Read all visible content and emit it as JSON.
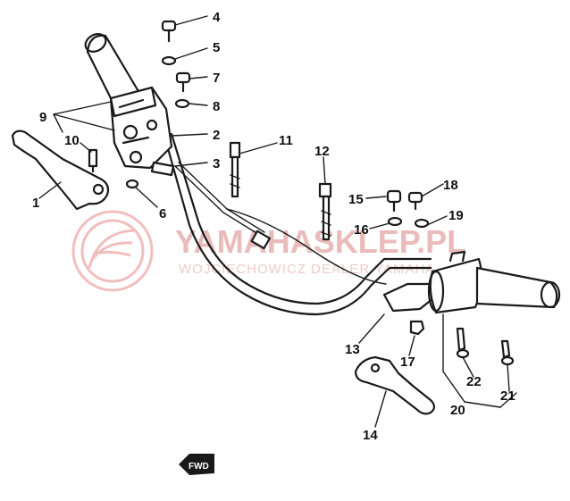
{
  "diagram": {
    "callouts": [
      {
        "id": "c1",
        "text": "1"
      },
      {
        "id": "c2",
        "text": "2"
      },
      {
        "id": "c3",
        "text": "3"
      },
      {
        "id": "c4",
        "text": "4"
      },
      {
        "id": "c5",
        "text": "5"
      },
      {
        "id": "c6",
        "text": "6"
      },
      {
        "id": "c7",
        "text": "7"
      },
      {
        "id": "c8",
        "text": "8"
      },
      {
        "id": "c9",
        "text": "9"
      },
      {
        "id": "c10",
        "text": "10"
      },
      {
        "id": "c11",
        "text": "11"
      },
      {
        "id": "c12",
        "text": "12"
      },
      {
        "id": "c13",
        "text": "13"
      },
      {
        "id": "c14",
        "text": "14"
      },
      {
        "id": "c15",
        "text": "15"
      },
      {
        "id": "c16",
        "text": "16"
      },
      {
        "id": "c17",
        "text": "17"
      },
      {
        "id": "c18",
        "text": "18"
      },
      {
        "id": "c19",
        "text": "19"
      },
      {
        "id": "c20",
        "text": "20"
      },
      {
        "id": "c21",
        "text": "21"
      },
      {
        "id": "c22",
        "text": "22"
      }
    ],
    "fwd_label": "FWD"
  },
  "watermark": {
    "brand": "YAMAHASKLEP.PL",
    "subtitle": "WOJCIECHOWICZ DEALER YAMAHA",
    "logo_icon": "yamaha-tuning-fork-icon",
    "color": "#e8b4b4"
  }
}
